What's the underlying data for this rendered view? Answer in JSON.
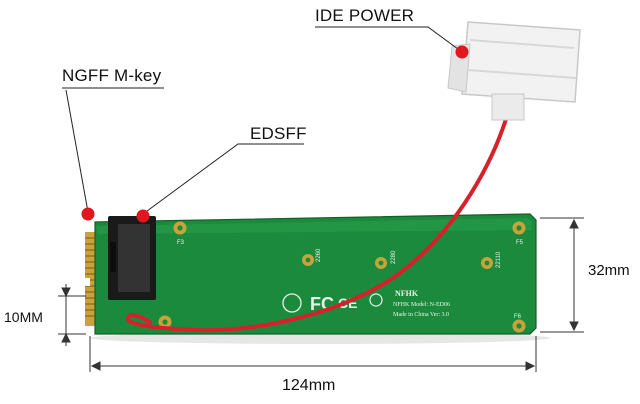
{
  "labels": {
    "ide_power": "IDE POWER",
    "ngff_mkey": "NGFF M-key",
    "edsff": "EDSFF"
  },
  "dimensions": {
    "width": "124mm",
    "height": "32mm",
    "pitch": "10MM"
  },
  "board": {
    "brand": "NFHK",
    "model_line": "NFHK Model: N-ED06",
    "origin_line": "Made in China Ver: 3.0",
    "mount_labels": [
      "2260",
      "2280",
      "22110"
    ],
    "corner_labels": [
      "F3",
      "F5",
      "F6"
    ],
    "cert_marks": [
      "FC",
      "CE"
    ]
  },
  "colors": {
    "pcb": "#1c8a3c",
    "cable": "#d6202b",
    "marker": "#e2161e",
    "connector": "#1a1a1a",
    "molex": "#f2f2f2"
  }
}
